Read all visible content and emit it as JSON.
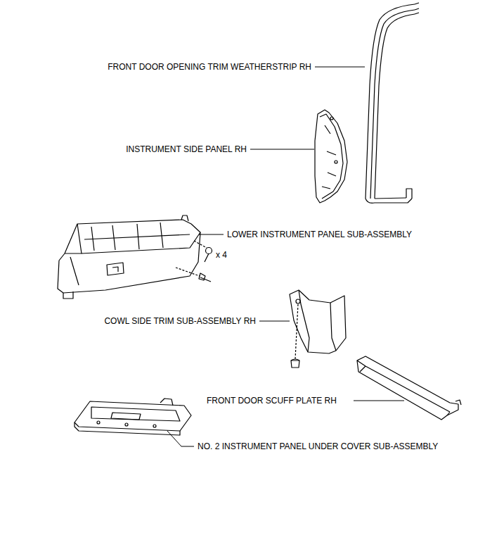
{
  "diagram": {
    "labels": [
      "FRONT DOOR OPENING TRIM WEATHERSTRIP RH",
      "INSTRUMENT SIDE PANEL RH",
      "LOWER INSTRUMENT PANEL SUB-ASSEMBLY",
      "x 4",
      "COWL SIDE TRIM SUB-ASSEMBLY RH",
      "FRONT DOOR SCUFF PLATE RH",
      "NO. 2 INSTRUMENT PANEL UNDER COVER SUB-ASSEMBLY"
    ]
  }
}
